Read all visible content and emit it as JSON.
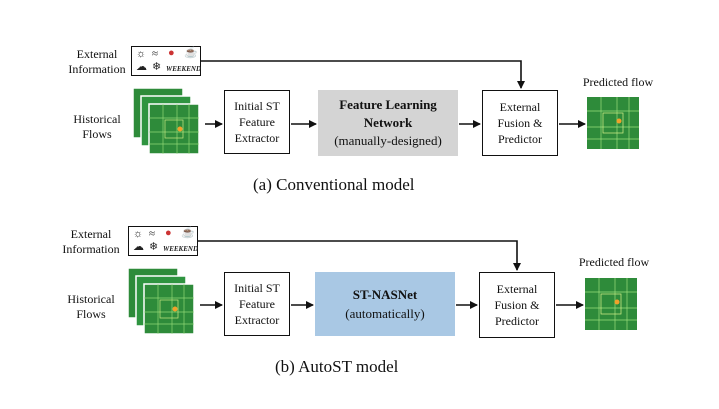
{
  "panel_a": {
    "external_info_label": [
      "External",
      "Information"
    ],
    "historical_flows_label": [
      "Historical",
      "Flows"
    ],
    "initial_box": [
      "Initial ST",
      "Feature",
      "Extractor"
    ],
    "middle_box_title": [
      "Feature Learning",
      "Network"
    ],
    "middle_box_sub": "(manually-designed)",
    "fusion_box": [
      "External",
      "Fusion &",
      "Predictor"
    ],
    "predicted_label": "Predicted flow",
    "caption": "(a)  Conventional model",
    "middle_color": "#d4d4d4"
  },
  "panel_b": {
    "external_info_label": [
      "External",
      "Information"
    ],
    "historical_flows_label": [
      "Historical",
      "Flows"
    ],
    "initial_box": [
      "Initial ST",
      "Feature",
      "Extractor"
    ],
    "middle_box_title": "ST-NASNet",
    "middle_box_sub": "(automatically)",
    "fusion_box": [
      "External",
      "Fusion &",
      "Predictor"
    ],
    "predicted_label": "Predicted flow",
    "caption": "(b)  AutoST model",
    "middle_color": "#a9c8e4"
  },
  "icons": [
    "sun-icon",
    "cloud-icon",
    "wind-icon",
    "snowflake-icon",
    "ball-icon",
    "coffee-cup-icon",
    "weekend-text-icon"
  ],
  "map_color": "#2e8b3a"
}
